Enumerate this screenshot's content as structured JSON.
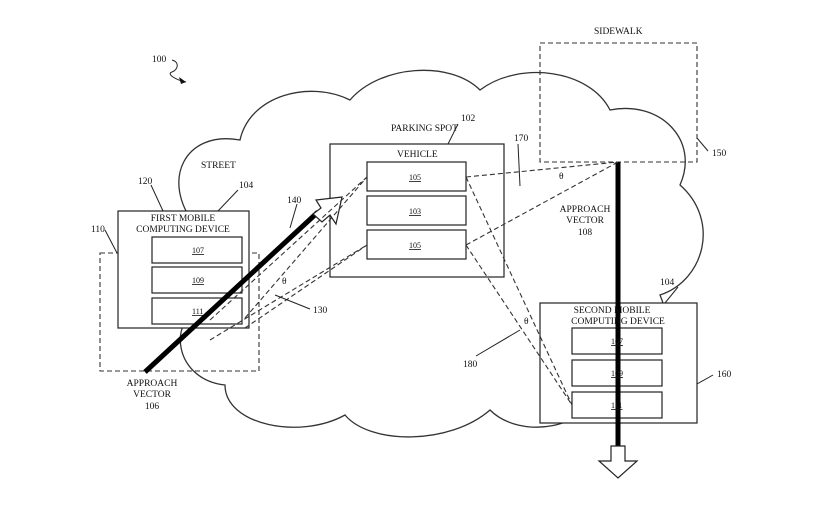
{
  "figure_label": "100",
  "sidewalk": {
    "label": "SIDEWALK",
    "ref": "150"
  },
  "street_label": "STREET",
  "parking_spot": {
    "label": "PARKING SPOT",
    "ref": "102"
  },
  "vehicle": {
    "label": "VEHICLE",
    "components": [
      "105",
      "103",
      "105"
    ]
  },
  "first_device": {
    "line1": "FIRST MOBILE",
    "line2": "COMPUTING DEVICE",
    "ref_outer": "120",
    "ref_device": "104",
    "ref_zone": "110",
    "components": [
      "107",
      "109",
      "111"
    ]
  },
  "second_device": {
    "line1": "SECOND MOBILE",
    "line2": "COMPUTING DEVICE",
    "ref_outer": "160",
    "ref_device": "104",
    "components": [
      "107",
      "109",
      "111"
    ]
  },
  "approach_vector_1": {
    "line1": "APPROACH",
    "line2": "VECTOR",
    "ref": "106"
  },
  "approach_vector_2": {
    "line1": "APPROACH",
    "line2": "VECTOR",
    "ref": "108"
  },
  "refs": {
    "r130": "130",
    "r140": "140",
    "r170": "170",
    "r180": "180"
  },
  "theta": "θ"
}
